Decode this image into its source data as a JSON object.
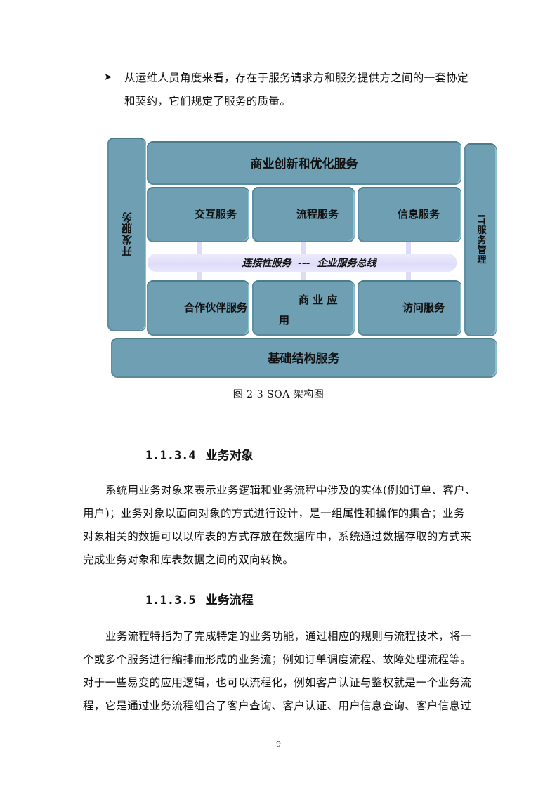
{
  "intro": {
    "bullet_icon": "arrowhead-bullet-icon",
    "lines": [
      "从运维人员角度来看，存在于服务请求方和服务提供方之间的一套协定",
      "和契约，它们规定了服务的质量。"
    ]
  },
  "diagram": {
    "top": "商业创新和优化服务",
    "left": "开发服务",
    "right": "IT服务管理",
    "row1": [
      "交互服务",
      "流程服务",
      "信息服务"
    ],
    "bus": "连接性服务  ---  企业服务总线",
    "row2": [
      "合作伙伴服务",
      "商 业 应",
      "用",
      "访问服务"
    ],
    "bottom": "基础结构服务",
    "colors": {
      "box": "#6f9fb3",
      "bus": "#e2e0fb"
    }
  },
  "caption": "图 2-3 SOA 架构图",
  "section1": {
    "number": "1.1.3.4",
    "title": "业务对象",
    "lines": [
      "系统用业务对象来表示业务逻辑和业务流程中涉及的实体(例如订单、客户、",
      "用户)；业务对象以面向对象的方式进行设计，是一组属性和操作的集合；业务",
      "对象相关的数据可以以库表的方式存放在数据库中，系统通过数据存取的方式来",
      "完成业务对象和库表数据之间的双向转换。"
    ]
  },
  "section2": {
    "number": "1.1.3.5",
    "title": "业务流程",
    "lines": [
      "业务流程特指为了完成特定的业务功能，通过相应的规则与流程技术，将一",
      "个或多个服务进行编排而形成的业务流；例如订单调度流程、故障处理流程等。",
      "对于一些易变的应用逻辑，也可以流程化，例如客户认证与鉴权就是一个业务流",
      "程，它是通过业务流程组合了客户查询、客户认证、用户信息查询、客户信息过"
    ]
  },
  "page_number": "9"
}
